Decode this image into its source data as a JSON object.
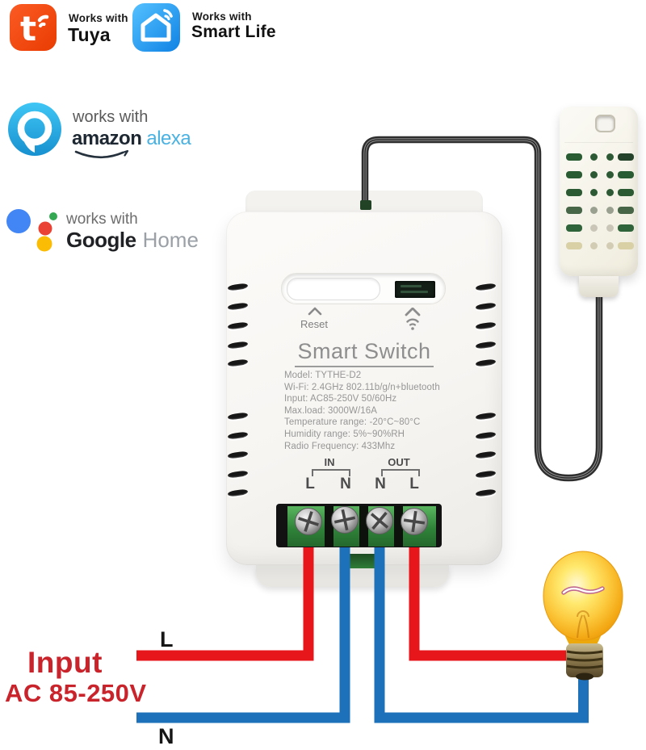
{
  "badges": {
    "tuya": {
      "works_with": "Works with",
      "brand": "Tuya"
    },
    "smart_life": {
      "works_with": "Works with",
      "brand": "Smart Life"
    },
    "alexa": {
      "works_with": "works with",
      "brand": "amazon",
      "brand_secondary": "alexa"
    },
    "google": {
      "works_with": "works with",
      "brand": "Google",
      "brand_secondary": "Home"
    }
  },
  "device": {
    "reset_label": "Reset",
    "title": "Smart Switch",
    "specs": [
      "Model: TYTHE-D2",
      "Wi-Fi: 2.4GHz 802.11b/g/n+bluetooth",
      "Input: AC85-250V 50/60Hz",
      "Max.load: 3000W/16A",
      "Temperature range: -20°C~80°C",
      "Humidity range: 5%~90%RH",
      "Radio Frequency: 433Mhz"
    ],
    "terminals": {
      "in_group": "IN",
      "out_group": "OUT",
      "pins": [
        "L",
        "N",
        "N",
        "L"
      ]
    }
  },
  "wiring": {
    "input_label": "Input",
    "input_voltage": "AC 85-250V",
    "live_label": "L",
    "neutral_label": "N",
    "live_color": "#e7161b",
    "neutral_color": "#1d71ba"
  }
}
